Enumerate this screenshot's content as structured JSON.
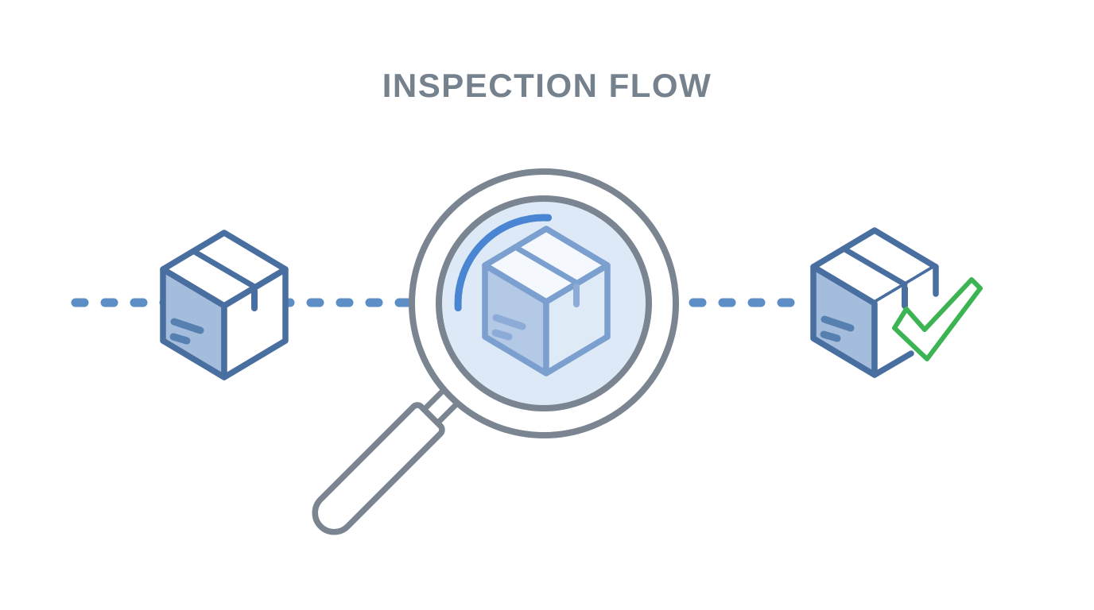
{
  "title": "INSPECTION FLOW",
  "stages": [
    {
      "id": "incoming-package",
      "icon": "package-box-icon"
    },
    {
      "id": "inspection",
      "icon": "magnifying-glass-icon"
    },
    {
      "id": "approved-package",
      "icon": "package-check-icon"
    }
  ],
  "colors": {
    "background": "#FFFFFF",
    "title_text": "#75818D",
    "gray_outline": "#7A8591",
    "white": "#FFFFFF",
    "box_outline": "#486FA0",
    "box_left_fill": "#A5BDDC",
    "box_label": "#5680B0",
    "dash_blue": "#5E8EC6",
    "lens_fill": "#DDE9F6",
    "arc_blue": "#4A85D3",
    "inner_outline": "#7BA0CF",
    "inner_left_fill": "#B3C9E6",
    "inner_right_fill": "#DEEAF6",
    "inner_top_fill": "#F5F9FD",
    "inner_label": "#8CACD7",
    "check_green": "#3CB453"
  }
}
